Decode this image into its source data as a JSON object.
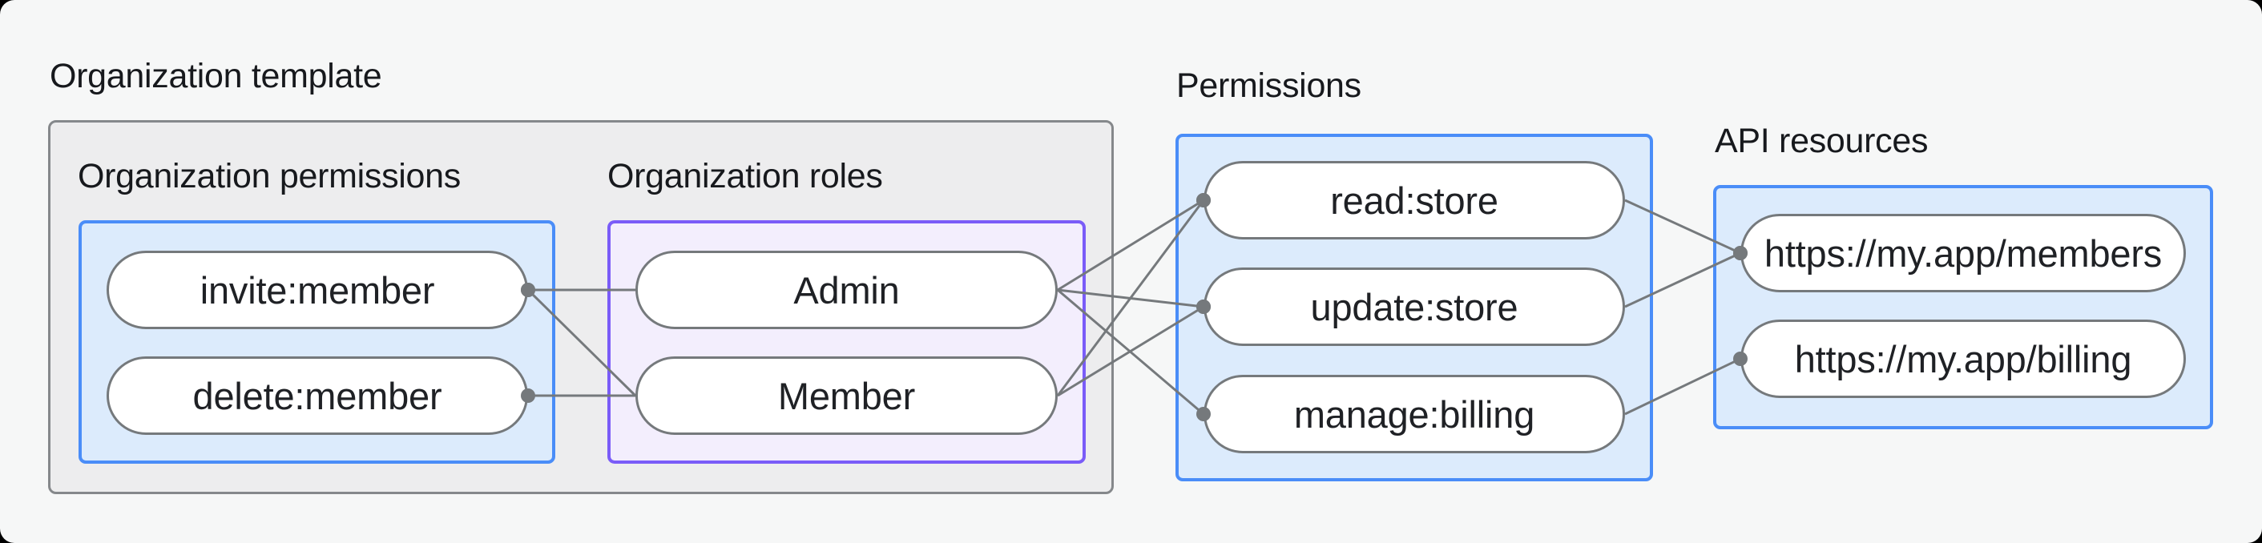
{
  "titles": {
    "org_template": "Organization template",
    "permissions": "Permissions",
    "api_resources": "API resources",
    "org_permissions_heading": "Organization permissions",
    "org_roles_heading": "Organization roles"
  },
  "nodes": {
    "invite": {
      "label": "invite:member"
    },
    "delete": {
      "label": "delete:member"
    },
    "admin": {
      "label": "Admin"
    },
    "member": {
      "label": "Member"
    },
    "read": {
      "label": "read:store"
    },
    "update": {
      "label": "update:store"
    },
    "manage": {
      "label": "manage:billing"
    },
    "members_api": {
      "label": "https://my.app/members"
    },
    "billing_api": {
      "label": "https://my.app/billing"
    }
  },
  "edges": [
    {
      "from": "invite",
      "to": "admin",
      "dot": "from"
    },
    {
      "from": "invite",
      "to": "member",
      "dot": "from"
    },
    {
      "from": "delete",
      "to": "member",
      "dot": "from"
    },
    {
      "from": "admin",
      "to": "read",
      "dot": "to"
    },
    {
      "from": "admin",
      "to": "update",
      "dot": "to"
    },
    {
      "from": "admin",
      "to": "manage",
      "dot": "to"
    },
    {
      "from": "member",
      "to": "read",
      "dot": "to"
    },
    {
      "from": "member",
      "to": "update",
      "dot": "to"
    },
    {
      "from": "read",
      "to": "members_api",
      "dot": "to"
    },
    {
      "from": "update",
      "to": "members_api",
      "dot": "to"
    },
    {
      "from": "manage",
      "to": "billing_api",
      "dot": "to"
    }
  ],
  "colors": {
    "card_background": "#f6f7f7",
    "outer_background": "#000000",
    "gray_box_fill": "#ededee",
    "gray_box_border": "#85888b",
    "blue_box_fill": "#dcebfc",
    "blue_box_border": "#4a8df8",
    "purple_box_fill": "#f3eefd",
    "purple_box_border": "#7a5cf8",
    "pill_fill": "#ffffff",
    "pill_border": "#75797c",
    "edge_line": "#75797c",
    "heading_text": "#17191d",
    "pill_text": "#1f2125"
  }
}
